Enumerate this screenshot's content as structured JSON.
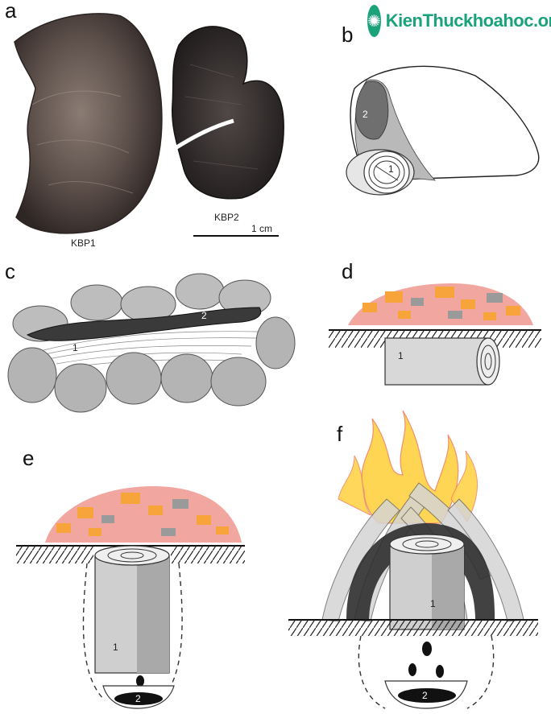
{
  "watermark": {
    "text": "KienThuckhoahoc.org",
    "icon": "bulb-logo-icon"
  },
  "panels": {
    "a": {
      "letter": "a",
      "specimen1": "KBP1",
      "specimen2": "KBP2",
      "scale": "1 cm"
    },
    "b": {
      "letter": "b",
      "label1": "1",
      "label2": "2"
    },
    "c": {
      "letter": "c",
      "label1": "1",
      "label2": "2"
    },
    "d": {
      "letter": "d",
      "label1": "1"
    },
    "e": {
      "letter": "e",
      "label1": "1",
      "label2": "2"
    },
    "f": {
      "letter": "f",
      "label1": "1",
      "label2": "2"
    }
  },
  "colors": {
    "fossil": "#4a3f3c",
    "bark": "#cfcfcf",
    "stone": "#9a9a9a",
    "tar": "#222222",
    "ember_orange": "#f7a43b",
    "ember_pink": "#f2a6a0",
    "flame_yellow": "#ffd44a"
  }
}
